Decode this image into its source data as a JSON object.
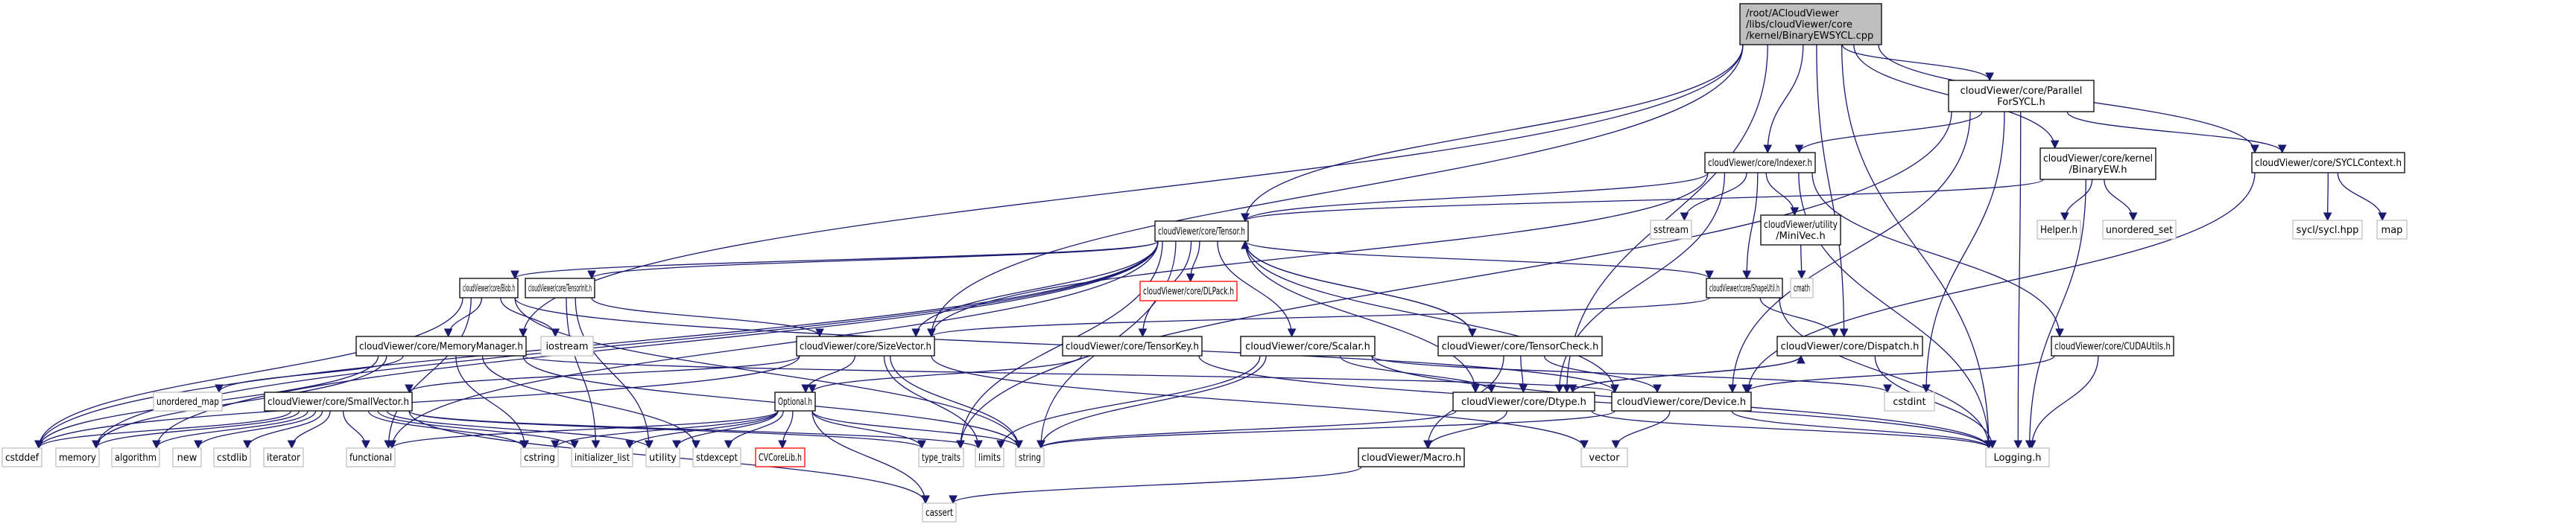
{
  "graph": {
    "title": "/root/ACloudViewer/libs/cloudViewer/core/kernel/BinaryEWSYCL.cpp",
    "colors": {
      "edge": "#191970",
      "root_fill": "#bfbfbf",
      "root_stroke": "#000000",
      "documented_stroke": "#000000",
      "external_stroke": "#bfbfbf",
      "undocumented_stroke": "#ff0000",
      "node_fill": "#ffffff"
    },
    "nodes": [
      {
        "id": "root",
        "label": [
          "/root/ACloudViewer",
          "/libs/cloudViewer/core",
          "/kernel/BinaryEWSYCL.cpp"
        ],
        "kind": "root"
      },
      {
        "id": "parallel",
        "label": [
          "cloudViewer/core/Parallel",
          "ForSYCL.h"
        ],
        "kind": "doc"
      },
      {
        "id": "indexer",
        "label": [
          "cloudViewer/core/Indexer.h"
        ],
        "kind": "doc"
      },
      {
        "id": "binaryew",
        "label": [
          "cloudViewer/core/kernel",
          "/BinaryEW.h"
        ],
        "kind": "doc"
      },
      {
        "id": "syclctx",
        "label": [
          "cloudViewer/core/SYCLContext.h"
        ],
        "kind": "doc"
      },
      {
        "id": "tensor",
        "label": [
          "cloudViewer/core/Tensor.h"
        ],
        "kind": "doc"
      },
      {
        "id": "sstream",
        "label": [
          "sstream"
        ],
        "kind": "ext"
      },
      {
        "id": "minivec",
        "label": [
          "cloudViewer/utility",
          "/MiniVec.h"
        ],
        "kind": "doc"
      },
      {
        "id": "helper",
        "label": [
          "Helper.h"
        ],
        "kind": "ext"
      },
      {
        "id": "unordered_set",
        "label": [
          "unordered_set"
        ],
        "kind": "ext"
      },
      {
        "id": "syclhpp",
        "label": [
          "sycl/sycl.hpp"
        ],
        "kind": "ext"
      },
      {
        "id": "map",
        "label": [
          "map"
        ],
        "kind": "ext"
      },
      {
        "id": "blob",
        "label": [
          "cloudViewer/core/Blob.h"
        ],
        "kind": "doc"
      },
      {
        "id": "tensorinit",
        "label": [
          "cloudViewer/core/TensorInit.h"
        ],
        "kind": "doc"
      },
      {
        "id": "dlpack",
        "label": [
          "cloudViewer/core/DLPack.h"
        ],
        "kind": "undoc"
      },
      {
        "id": "shapeutil",
        "label": [
          "cloudViewer/core/ShapeUtil.h"
        ],
        "kind": "doc"
      },
      {
        "id": "cmath",
        "label": [
          "cmath"
        ],
        "kind": "ext"
      },
      {
        "id": "memmgr",
        "label": [
          "cloudViewer/core/MemoryManager.h"
        ],
        "kind": "doc"
      },
      {
        "id": "iostream",
        "label": [
          "iostream"
        ],
        "kind": "ext"
      },
      {
        "id": "sizevector",
        "label": [
          "cloudViewer/core/SizeVector.h"
        ],
        "kind": "doc"
      },
      {
        "id": "tensorkey",
        "label": [
          "cloudViewer/core/TensorKey.h"
        ],
        "kind": "doc"
      },
      {
        "id": "scalar",
        "label": [
          "cloudViewer/core/Scalar.h"
        ],
        "kind": "doc"
      },
      {
        "id": "tensorcheck",
        "label": [
          "cloudViewer/core/TensorCheck.h"
        ],
        "kind": "doc"
      },
      {
        "id": "dispatch",
        "label": [
          "cloudViewer/core/Dispatch.h"
        ],
        "kind": "doc"
      },
      {
        "id": "cudautils",
        "label": [
          "cloudViewer/core/CUDAUtils.h"
        ],
        "kind": "doc"
      },
      {
        "id": "unordered_map",
        "label": [
          "unordered_map"
        ],
        "kind": "ext"
      },
      {
        "id": "smallvector",
        "label": [
          "cloudViewer/core/SmallVector.h"
        ],
        "kind": "doc"
      },
      {
        "id": "optional",
        "label": [
          "Optional.h"
        ],
        "kind": "doc"
      },
      {
        "id": "dtype",
        "label": [
          "cloudViewer/core/Dtype.h"
        ],
        "kind": "doc"
      },
      {
        "id": "device",
        "label": [
          "cloudViewer/core/Device.h"
        ],
        "kind": "doc"
      },
      {
        "id": "cstdint",
        "label": [
          "cstdint"
        ],
        "kind": "ext"
      },
      {
        "id": "cstddef",
        "label": [
          "cstddef"
        ],
        "kind": "ext"
      },
      {
        "id": "memory",
        "label": [
          "memory"
        ],
        "kind": "ext"
      },
      {
        "id": "algorithm",
        "label": [
          "algorithm"
        ],
        "kind": "ext"
      },
      {
        "id": "new",
        "label": [
          "new"
        ],
        "kind": "ext"
      },
      {
        "id": "cstdlib",
        "label": [
          "cstdlib"
        ],
        "kind": "ext"
      },
      {
        "id": "iterator",
        "label": [
          "iterator"
        ],
        "kind": "ext"
      },
      {
        "id": "functional",
        "label": [
          "functional"
        ],
        "kind": "ext"
      },
      {
        "id": "cstring",
        "label": [
          "cstring"
        ],
        "kind": "ext"
      },
      {
        "id": "initializer_list",
        "label": [
          "initializer_list"
        ],
        "kind": "ext"
      },
      {
        "id": "utility",
        "label": [
          "utility"
        ],
        "kind": "ext"
      },
      {
        "id": "stdexcept",
        "label": [
          "stdexcept"
        ],
        "kind": "ext"
      },
      {
        "id": "cvcorelib",
        "label": [
          "CVCoreLib.h"
        ],
        "kind": "undoc"
      },
      {
        "id": "type_traits",
        "label": [
          "type_traits"
        ],
        "kind": "ext"
      },
      {
        "id": "limits",
        "label": [
          "limits"
        ],
        "kind": "ext"
      },
      {
        "id": "string",
        "label": [
          "string"
        ],
        "kind": "ext"
      },
      {
        "id": "vector",
        "label": [
          "vector"
        ],
        "kind": "ext"
      },
      {
        "id": "macro",
        "label": [
          "cloudViewer/Macro.h"
        ],
        "kind": "doc"
      },
      {
        "id": "logging",
        "label": [
          "Logging.h"
        ],
        "kind": "ext"
      },
      {
        "id": "cassert",
        "label": [
          "cassert"
        ],
        "kind": "ext"
      }
    ],
    "edges": [
      [
        "root",
        "parallel"
      ],
      [
        "root",
        "indexer"
      ],
      [
        "root",
        "binaryew"
      ],
      [
        "root",
        "tensor"
      ],
      [
        "root",
        "sizevector"
      ],
      [
        "root",
        "memmgr"
      ],
      [
        "root",
        "dtype"
      ],
      [
        "root",
        "dispatch"
      ],
      [
        "root",
        "logging"
      ],
      [
        "root",
        "syclctx"
      ],
      [
        "parallel",
        "indexer"
      ],
      [
        "parallel",
        "syclctx"
      ],
      [
        "parallel",
        "logging"
      ],
      [
        "parallel",
        "device"
      ],
      [
        "parallel",
        "cstdint"
      ],
      [
        "parallel",
        "type_traits"
      ],
      [
        "indexer",
        "tensor"
      ],
      [
        "indexer",
        "sstream"
      ],
      [
        "indexer",
        "minivec"
      ],
      [
        "indexer",
        "shapeutil"
      ],
      [
        "indexer",
        "dtype"
      ],
      [
        "indexer",
        "sizevector"
      ],
      [
        "indexer",
        "cudautils"
      ],
      [
        "indexer",
        "logging"
      ],
      [
        "binaryew",
        "helper"
      ],
      [
        "binaryew",
        "unordered_set"
      ],
      [
        "binaryew",
        "tensor"
      ],
      [
        "binaryew",
        "logging"
      ],
      [
        "syclctx",
        "syclhpp"
      ],
      [
        "syclctx",
        "map"
      ],
      [
        "syclctx",
        "device"
      ],
      [
        "minivec",
        "cmath"
      ],
      [
        "tensor",
        "blob"
      ],
      [
        "tensor",
        "tensorinit"
      ],
      [
        "tensor",
        "dlpack"
      ],
      [
        "tensor",
        "shapeutil"
      ],
      [
        "tensor",
        "sizevector"
      ],
      [
        "tensor",
        "tensorkey"
      ],
      [
        "tensor",
        "scalar"
      ],
      [
        "tensor",
        "tensorcheck"
      ],
      [
        "tensor",
        "dtype"
      ],
      [
        "tensor",
        "device"
      ],
      [
        "tensor",
        "cstddef"
      ],
      [
        "tensor",
        "memory"
      ],
      [
        "tensor",
        "algorithm"
      ],
      [
        "tensor",
        "string"
      ],
      [
        "tensor",
        "type_traits"
      ],
      [
        "tensor",
        "functional"
      ],
      [
        "tensorcheck",
        "tensor"
      ],
      [
        "blob",
        "memmgr"
      ],
      [
        "blob",
        "iostream"
      ],
      [
        "blob",
        "device"
      ],
      [
        "blob",
        "cstddef"
      ],
      [
        "blob",
        "string"
      ],
      [
        "blob",
        "functional"
      ],
      [
        "tensorinit",
        "sizevector"
      ],
      [
        "tensorinit",
        "initializer_list"
      ],
      [
        "tensorinit",
        "utility"
      ],
      [
        "shapeutil",
        "sizevector"
      ],
      [
        "shapeutil",
        "dispatch"
      ],
      [
        "shapeutil",
        "logging"
      ],
      [
        "memmgr",
        "unordered_map"
      ],
      [
        "memmgr",
        "device"
      ],
      [
        "memmgr",
        "cstddef"
      ],
      [
        "memmgr",
        "memory"
      ],
      [
        "memmgr",
        "string"
      ],
      [
        "memmgr",
        "stdexcept"
      ],
      [
        "memmgr",
        "cstring"
      ],
      [
        "sizevector",
        "smallvector"
      ],
      [
        "sizevector",
        "optional"
      ],
      [
        "sizevector",
        "cstddef"
      ],
      [
        "sizevector",
        "string"
      ],
      [
        "sizevector",
        "vector"
      ],
      [
        "sizevector",
        "limits"
      ],
      [
        "tensorkey",
        "optional"
      ],
      [
        "tensorkey",
        "logging"
      ],
      [
        "scalar",
        "dtype"
      ],
      [
        "scalar",
        "logging"
      ],
      [
        "scalar",
        "limits"
      ],
      [
        "scalar",
        "string"
      ],
      [
        "scalar",
        "cstdint"
      ],
      [
        "tensorcheck",
        "dtype"
      ],
      [
        "tensorcheck",
        "device"
      ],
      [
        "tensorcheck",
        "macro"
      ],
      [
        "dispatch",
        "dtype"
      ],
      [
        "dispatch",
        "logging"
      ],
      [
        "cudautils",
        "device"
      ],
      [
        "cudautils",
        "logging"
      ],
      [
        "smallvector",
        "cstddef"
      ],
      [
        "smallvector",
        "memory"
      ],
      [
        "smallvector",
        "algorithm"
      ],
      [
        "smallvector",
        "new"
      ],
      [
        "smallvector",
        "cstdlib"
      ],
      [
        "smallvector",
        "iterator"
      ],
      [
        "smallvector",
        "functional"
      ],
      [
        "smallvector",
        "cstring"
      ],
      [
        "smallvector",
        "initializer_list"
      ],
      [
        "smallvector",
        "utility"
      ],
      [
        "smallvector",
        "type_traits"
      ],
      [
        "smallvector",
        "limits"
      ],
      [
        "smallvector",
        "cassert"
      ],
      [
        "optional",
        "functional"
      ],
      [
        "optional",
        "initializer_list"
      ],
      [
        "optional",
        "utility"
      ],
      [
        "optional",
        "stdexcept"
      ],
      [
        "optional",
        "cvcorelib"
      ],
      [
        "optional",
        "type_traits"
      ],
      [
        "optional",
        "string"
      ],
      [
        "optional",
        "cstring"
      ],
      [
        "optional",
        "cassert"
      ],
      [
        "dtype",
        "dispatch"
      ],
      [
        "dtype",
        "macro"
      ],
      [
        "dtype",
        "string"
      ],
      [
        "dtype",
        "logging"
      ],
      [
        "device",
        "vector"
      ],
      [
        "device",
        "string"
      ],
      [
        "device",
        "logging"
      ],
      [
        "macro",
        "cassert"
      ]
    ]
  }
}
